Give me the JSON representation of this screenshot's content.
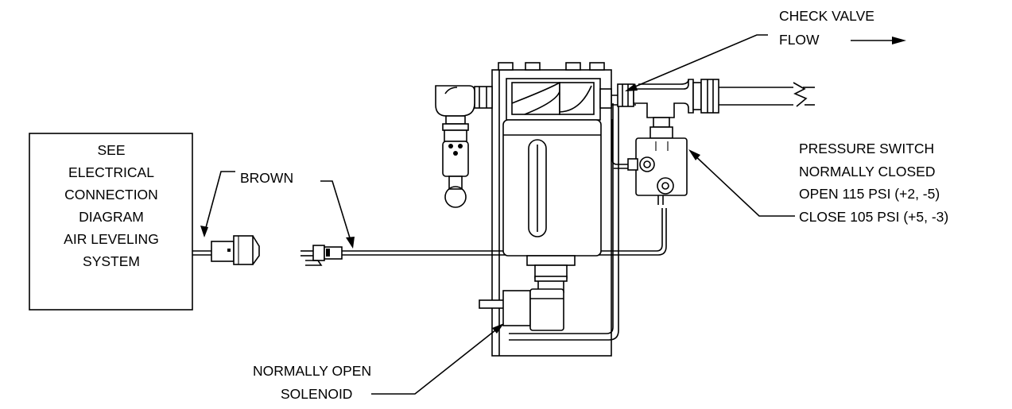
{
  "diagram": {
    "see_box": {
      "lines": [
        "SEE",
        "ELECTRICAL",
        "CONNECTION",
        "DIAGRAM",
        "AIR LEVELING",
        "SYSTEM"
      ]
    },
    "labels": {
      "brown": "BROWN",
      "check_valve_line1": "CHECK VALVE",
      "check_valve_line2": "FLOW",
      "pressure_switch": [
        "PRESSURE SWITCH",
        "NORMALLY CLOSED",
        "OPEN 115 PSI (+2, -5)",
        "CLOSE 105 PSI (+5, -3)"
      ],
      "solenoid": [
        "NORMALLY OPEN",
        "SOLENOID"
      ]
    }
  }
}
